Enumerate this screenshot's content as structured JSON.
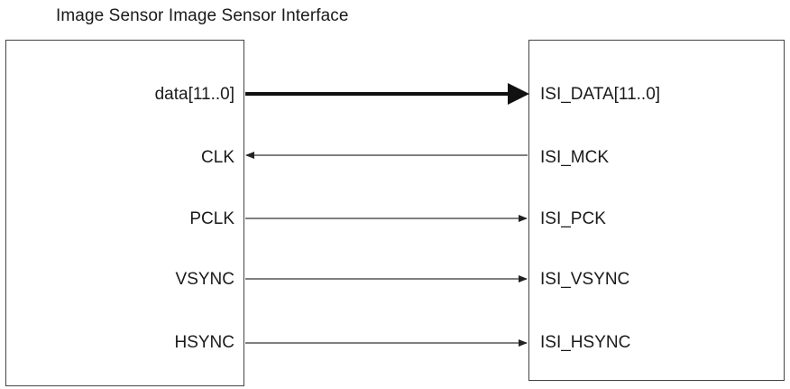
{
  "diagram": {
    "title": "Image Sensor Image Sensor Interface",
    "left_box": {
      "signals": [
        "data[11..0]",
        "CLK",
        "PCLK",
        "VSYNC",
        "HSYNC"
      ]
    },
    "right_box": {
      "signals": [
        "ISI_DATA[11..0]",
        "ISI_MCK",
        "ISI_PCK",
        "ISI_VSYNC",
        "ISI_HSYNC"
      ]
    },
    "connections": [
      {
        "from": "data[11..0]",
        "to": "ISI_DATA[11..0]",
        "direction": "right",
        "style": "bus"
      },
      {
        "from": "ISI_MCK",
        "to": "CLK",
        "direction": "left",
        "style": "single"
      },
      {
        "from": "PCLK",
        "to": "ISI_PCK",
        "direction": "right",
        "style": "single"
      },
      {
        "from": "VSYNC",
        "to": "ISI_VSYNC",
        "direction": "right",
        "style": "single"
      },
      {
        "from": "HSYNC",
        "to": "ISI_HSYNC",
        "direction": "right",
        "style": "single"
      }
    ]
  }
}
